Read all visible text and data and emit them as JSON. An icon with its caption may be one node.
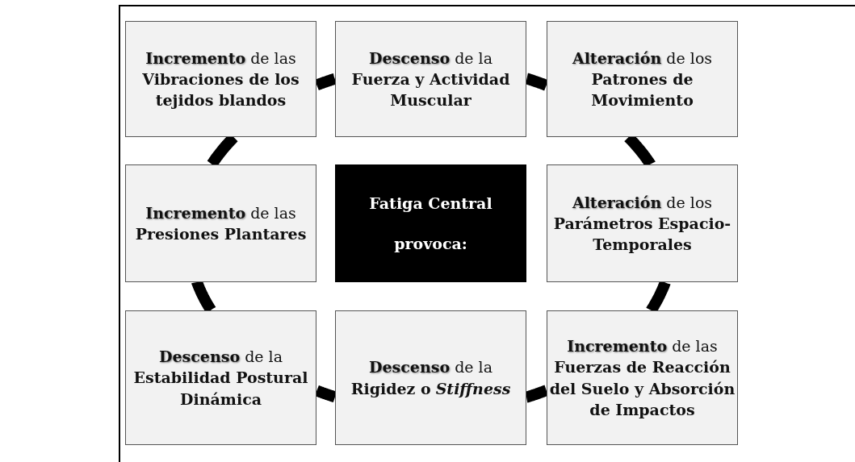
{
  "diagram": {
    "nodes": [
      {
        "text": [
          "**Incremento** de las **Vibraciones de los tejidos blandos**"
        ]
      },
      {
        "text": [
          "**Descenso** de la **Fuerza y Actividad Muscular**"
        ]
      },
      {
        "text": [
          "**Alteración** de los **Patrones de Movimiento**"
        ]
      },
      {
        "text": [
          "**Incremento** de las **Presiones Plantares**"
        ]
      },
      {
        "text": [
          "Fatiga Central",
          "provoca:"
        ]
      },
      {
        "text": [
          "**Alteración** de los **Parámetros Espacio-Temporales**"
        ]
      },
      {
        "text": [
          "**Descenso** de la **Estabilidad Postural Dinámica**"
        ]
      },
      {
        "text": [
          "**Descenso** de la **Rigidez o** *Stiffness*"
        ]
      },
      {
        "text": [
          "**Incremento** de las **Fuerzas de Reacción del Suelo y Absorción de Impactos**"
        ]
      }
    ],
    "edges": [
      {
        "from": 0,
        "to": 1,
        "arrow": "none"
      },
      {
        "from": 1,
        "to": 2,
        "arrow": "none"
      },
      {
        "from": 2,
        "to": 5,
        "arrow": "none"
      },
      {
        "from": 5,
        "to": 8,
        "arrow": "none"
      },
      {
        "from": 8,
        "to": 7,
        "arrow": "none"
      },
      {
        "from": 7,
        "to": 6,
        "arrow": "none"
      },
      {
        "from": 6,
        "to": 3,
        "arrow": "none"
      },
      {
        "from": 3,
        "to": 0,
        "arrow": "none"
      }
    ]
  }
}
